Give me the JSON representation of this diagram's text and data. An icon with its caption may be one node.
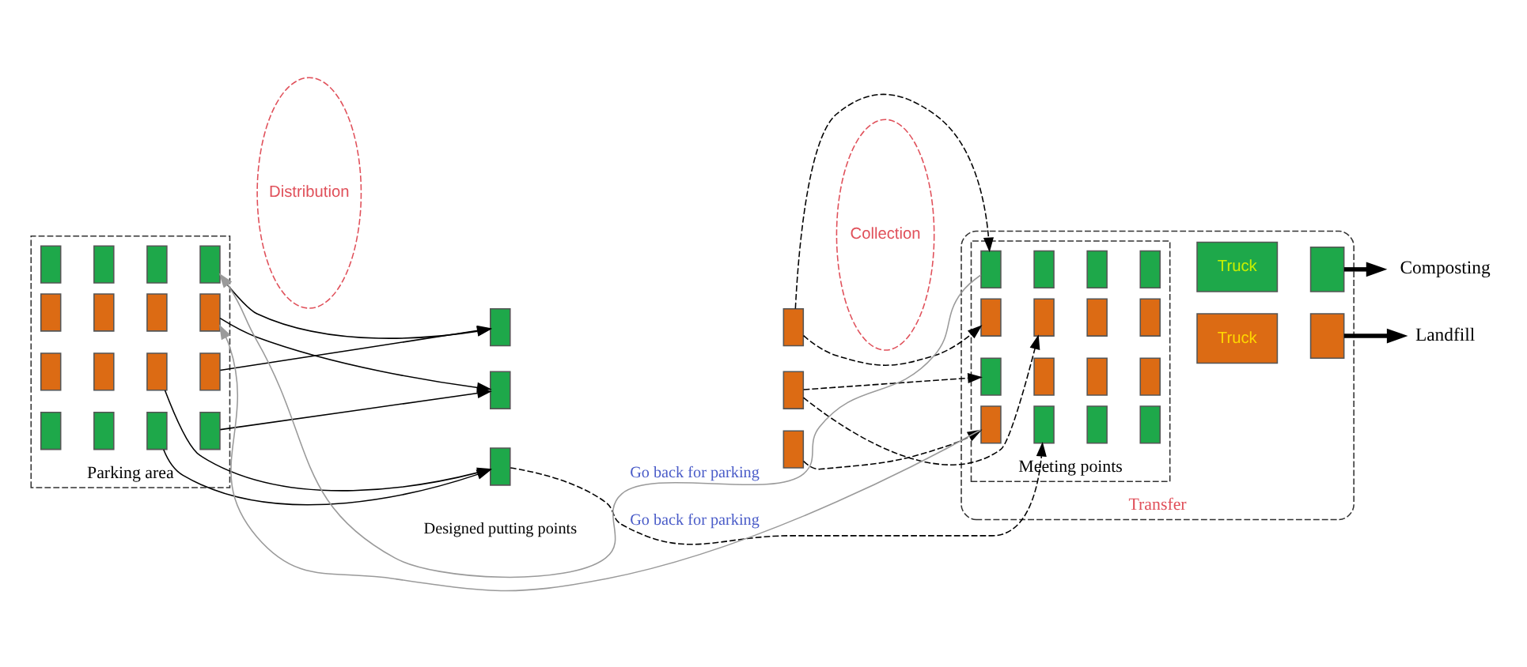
{
  "diagram": {
    "nodes": [
      {
        "text": [
          "Parking area"
        ]
      },
      {
        "text": [],
        "shape": "box",
        "in": 0
      },
      {
        "text": [],
        "shape": "box",
        "in": 0
      },
      {
        "text": [],
        "shape": "box",
        "in": 0
      },
      {
        "text": [],
        "shape": "box",
        "in": 0
      },
      {
        "text": [],
        "shape": "box",
        "in": 0
      },
      {
        "text": [],
        "shape": "box",
        "in": 0
      },
      {
        "text": [],
        "shape": "box",
        "in": 0
      },
      {
        "text": [],
        "shape": "box",
        "in": 0
      },
      {
        "text": [],
        "shape": "box",
        "in": 0
      },
      {
        "text": [],
        "shape": "box",
        "in": 0
      },
      {
        "text": [],
        "shape": "box",
        "in": 0
      },
      {
        "text": [],
        "shape": "box",
        "in": 0
      },
      {
        "text": [],
        "shape": "box",
        "in": 0
      },
      {
        "text": [],
        "shape": "box",
        "in": 0
      },
      {
        "text": [],
        "shape": "box",
        "in": 0
      },
      {
        "text": [],
        "shape": "box",
        "in": 0
      },
      {
        "text": [],
        "shape": "box"
      },
      {
        "text": [],
        "shape": "box"
      },
      {
        "text": [],
        "shape": "box"
      },
      {
        "text": [],
        "shape": "box"
      },
      {
        "text": [],
        "shape": "box"
      },
      {
        "text": [],
        "shape": "box"
      },
      {
        "text": [
          "Transfer"
        ]
      },
      {
        "text": [
          "Meeting points"
        ],
        "in": 23
      },
      {
        "text": [],
        "shape": "box",
        "in": 24
      },
      {
        "text": [],
        "shape": "box",
        "in": 24
      },
      {
        "text": [],
        "shape": "box",
        "in": 24
      },
      {
        "text": [],
        "shape": "box",
        "in": 24
      },
      {
        "text": [],
        "shape": "box",
        "in": 24
      },
      {
        "text": [],
        "shape": "box",
        "in": 24
      },
      {
        "text": [],
        "shape": "box",
        "in": 24
      },
      {
        "text": [],
        "shape": "box",
        "in": 24
      },
      {
        "text": [],
        "shape": "box",
        "in": 24
      },
      {
        "text": [],
        "shape": "box",
        "in": 24
      },
      {
        "text": [],
        "shape": "box",
        "in": 24
      },
      {
        "text": [],
        "shape": "box",
        "in": 24
      },
      {
        "text": [],
        "shape": "box",
        "in": 24
      },
      {
        "text": [],
        "shape": "box",
        "in": 24
      },
      {
        "text": [],
        "shape": "box",
        "in": 24
      },
      {
        "text": [],
        "shape": "box",
        "in": 24
      },
      {
        "text": [
          "Truck"
        ],
        "in": 23
      },
      {
        "text": [],
        "shape": "box",
        "in": 23
      },
      {
        "text": [
          "Truck"
        ],
        "in": 23
      },
      {
        "text": [],
        "shape": "box",
        "in": 23
      },
      {
        "text": [
          "Composting"
        ]
      },
      {
        "text": [
          "Landfill"
        ]
      },
      {
        "text": [
          "Distribution"
        ]
      },
      {
        "text": [
          "Collection"
        ]
      }
    ],
    "edges": [
      {
        "from": 4,
        "to": 17,
        "arrow": "to"
      },
      {
        "from": 8,
        "to": 19,
        "arrow": "to"
      },
      {
        "from": 7,
        "to": 21,
        "arrow": "to"
      },
      {
        "from": 12,
        "to": 17,
        "arrow": "to"
      },
      {
        "from": 11,
        "to": 21,
        "arrow": "to"
      },
      {
        "from": 16,
        "to": 19,
        "arrow": "to"
      },
      {
        "from": 18,
        "to": 25,
        "arrow": "to",
        "style": "dashed"
      },
      {
        "from": 18,
        "to": 33,
        "arrow": "to",
        "style": "dashed"
      },
      {
        "from": 20,
        "to": 29,
        "arrow": "to",
        "style": "dashed"
      },
      {
        "from": 20,
        "to": 34,
        "arrow": "to",
        "style": "dashed"
      },
      {
        "from": 21,
        "to": 30,
        "arrow": "to",
        "style": "dashed"
      },
      {
        "from": 22,
        "to": 37,
        "arrow": "to",
        "style": "dashed"
      },
      {
        "from": 42,
        "to": 45,
        "arrow": "to",
        "style": "thick"
      },
      {
        "from": 44,
        "to": 46,
        "arrow": "to",
        "style": "thick"
      },
      {
        "from": 25,
        "to": 4,
        "arrow": "to",
        "label": "Go back for parking",
        "color": "#9a9a9a"
      },
      {
        "from": 37,
        "to": 16,
        "arrow": "to",
        "label": "Go back for parking",
        "color": "#9a9a9a"
      }
    ],
    "labels": [
      "Designed putting points"
    ]
  }
}
